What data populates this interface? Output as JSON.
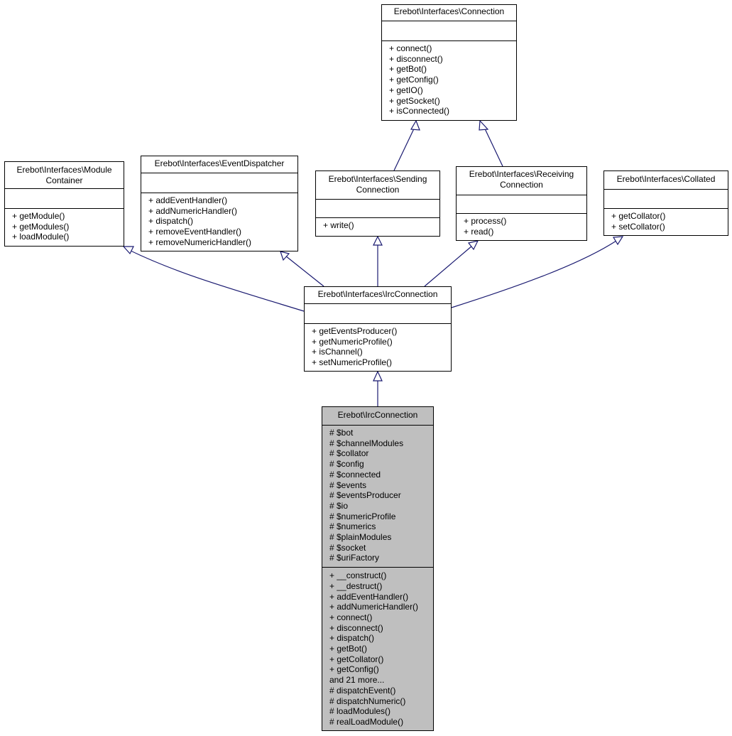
{
  "classes": {
    "connection": {
      "title": [
        "Erebot\\Interfaces\\Connection"
      ],
      "attrs": [],
      "methods": [
        "+ connect()",
        "+ disconnect()",
        "+ getBot()",
        "+ getConfig()",
        "+ getIO()",
        "+ getSocket()",
        "+ isConnected()"
      ]
    },
    "module_container": {
      "title": [
        "Erebot\\Interfaces\\Module",
        "Container"
      ],
      "attrs": [],
      "methods": [
        "+ getModule()",
        "+ getModules()",
        "+ loadModule()"
      ]
    },
    "event_dispatcher": {
      "title": [
        "Erebot\\Interfaces\\EventDispatcher"
      ],
      "attrs": [],
      "methods": [
        "+ addEventHandler()",
        "+ addNumericHandler()",
        "+ dispatch()",
        "+ removeEventHandler()",
        "+ removeNumericHandler()"
      ]
    },
    "sending_connection": {
      "title": [
        "Erebot\\Interfaces\\Sending",
        "Connection"
      ],
      "attrs": [],
      "methods": [
        "+ write()"
      ]
    },
    "receiving_connection": {
      "title": [
        "Erebot\\Interfaces\\Receiving",
        "Connection"
      ],
      "attrs": [],
      "methods": [
        "+ process()",
        "+ read()"
      ]
    },
    "collated": {
      "title": [
        "Erebot\\Interfaces\\Collated"
      ],
      "attrs": [],
      "methods": [
        "+ getCollator()",
        "+ setCollator()"
      ]
    },
    "irc_connection_iface": {
      "title": [
        "Erebot\\Interfaces\\IrcConnection"
      ],
      "attrs": [],
      "methods": [
        "+ getEventsProducer()",
        "+ getNumericProfile()",
        "+ isChannel()",
        "+ setNumericProfile()"
      ]
    },
    "irc_connection": {
      "title": [
        "Erebot\\IrcConnection"
      ],
      "attrs": [
        "# $bot",
        "# $channelModules",
        "# $collator",
        "# $config",
        "# $connected",
        "# $events",
        "# $eventsProducer",
        "# $io",
        "# $numericProfile",
        "# $numerics",
        "# $plainModules",
        "# $socket",
        "# $uriFactory"
      ],
      "methods": [
        "+  __construct()",
        "+  __destruct()",
        "+ addEventHandler()",
        "+ addNumericHandler()",
        "+ connect()",
        "+ disconnect()",
        "+ dispatch()",
        "+ getBot()",
        "+ getCollator()",
        "+ getConfig()",
        "and 21 more...",
        "# dispatchEvent()",
        "# dispatchNumeric()",
        "# loadModules()",
        "# realLoadModule()"
      ]
    }
  },
  "colors": {
    "edge": "#191970",
    "focus_fill": "#bfbfbf",
    "border": "#000000"
  }
}
